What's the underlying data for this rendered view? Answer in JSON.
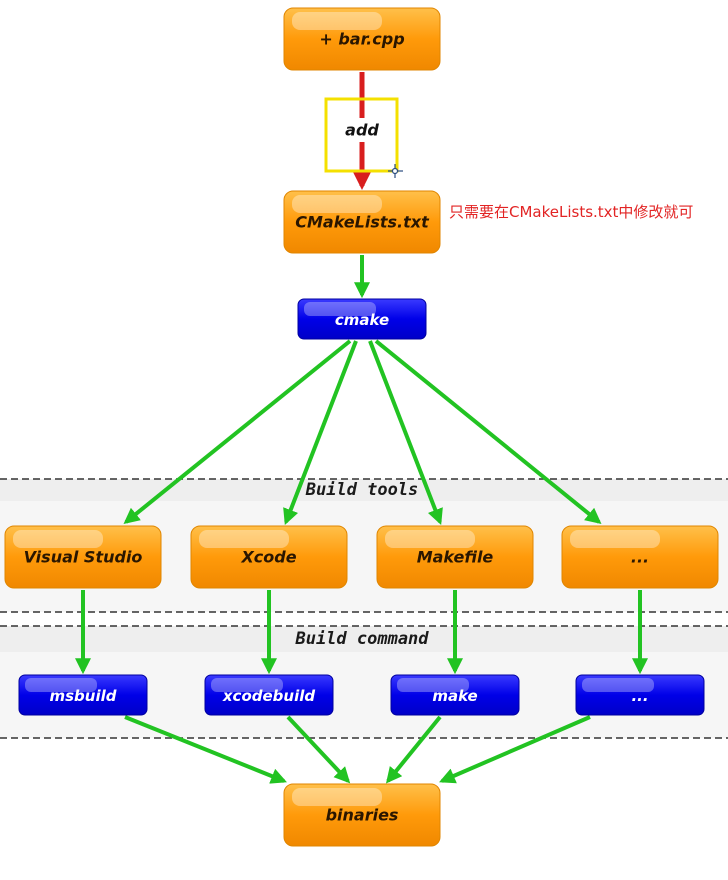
{
  "nodes": {
    "bar_cpp": "+ bar.cpp",
    "cmakelists": "CMakeLists.txt",
    "cmake": "cmake",
    "visual_studio": "Visual Studio",
    "xcode": "Xcode",
    "makefile": "Makefile",
    "more_tools": "...",
    "msbuild": "msbuild",
    "xcodebuild": "xcodebuild",
    "make": "make",
    "more_commands": "...",
    "binaries": "binaries"
  },
  "edges": {
    "add_label": "add"
  },
  "bands": {
    "build_tools": "Build tools",
    "build_command": "Build command"
  },
  "annotation": "只需要在CMakeLists.txt中修改就可",
  "colors": {
    "orange_node": "#ff9a0a",
    "blue_node": "#0000e0",
    "green_arrow": "#22c322",
    "red_arrow": "#d81e1e",
    "highlight_box": "#f4e000",
    "annotation_text": "#e22424",
    "band_fill": "#eeeeee"
  }
}
